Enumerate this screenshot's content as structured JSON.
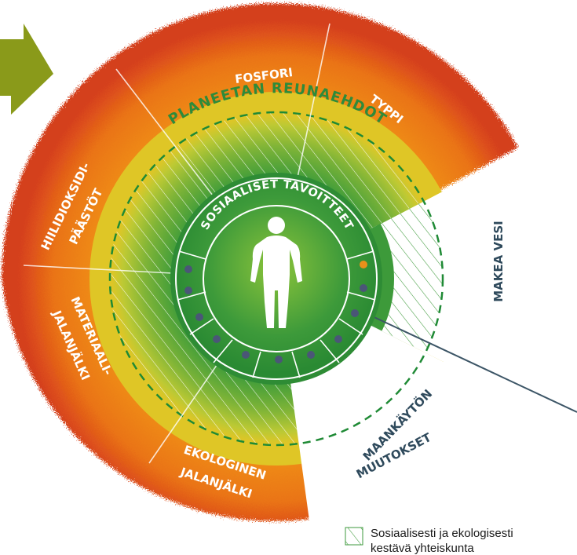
{
  "segments": {
    "fosfori": "FOSFORI",
    "typpi": "TYPPI",
    "hiilidioksidi_line1": "HIILIDIOKSIDI-",
    "hiilidioksidi_line2": "PÄÄSTÖT",
    "materiaali_line1": "MATERIAALI-",
    "materiaali_line2": "JALANJÄLKI",
    "ekologinen_line1": "EKOLOGINEN",
    "ekologinen_line2": "JALANJÄLKI",
    "makea_vesi": "MAKEA VESI",
    "maankaytto_line1": "MAANKÄYTÖN",
    "maankaytto_line2": "MUUTOKSET"
  },
  "rings": {
    "planetary": "PLANEETAN REUNAEHDOT",
    "social": "SOSIAALISET TAVOITTEET"
  },
  "legend": {
    "line1": "Sosiaalisesti ja ekologisesti",
    "line2": "kestävä yhteiskunta"
  },
  "colors": {
    "outer_red": "#d9471c",
    "orange": "#ef8a12",
    "yellow_green": "#a9c23a",
    "green": "#3d9a3a",
    "dark_green": "#1f7a2e",
    "slate": "#3c5566",
    "arrow": "#8a9a1a",
    "dot_blue": "#4a5677",
    "dot_orange": "#e8901a"
  },
  "icons": {
    "arrow": "arrow-icon",
    "human": "human-figure-icon"
  }
}
